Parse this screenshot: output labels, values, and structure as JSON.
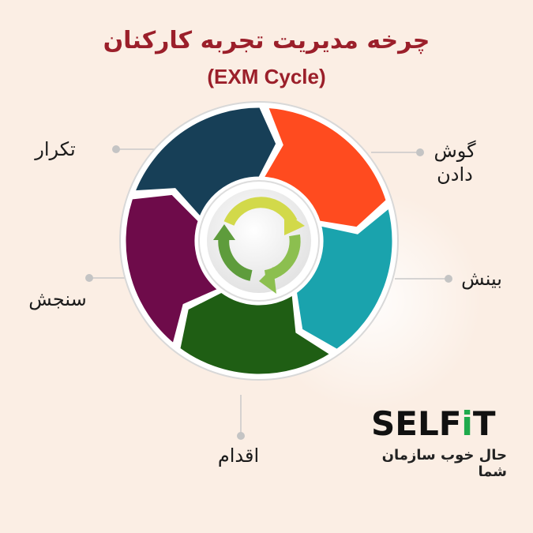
{
  "title": {
    "line1": "چرخه مدیریت تجربه کارکنان",
    "line2": "(EXM Cycle)"
  },
  "stages": [
    {
      "key": "listen",
      "label": "گوش دادن",
      "color": "#ff4b1f"
    },
    {
      "key": "insight",
      "label": "بینش",
      "color": "#1aa3ad"
    },
    {
      "key": "action",
      "label": "اقدام",
      "color": "#1f5e14"
    },
    {
      "key": "measure",
      "label": "سنجش",
      "color": "#6e0b4a"
    },
    {
      "key": "repeat",
      "label": "تکرار",
      "color": "#173f57"
    }
  ],
  "center_icon": "cycle-arrows-icon",
  "brand": {
    "name_part1": "SELF",
    "name_i": "i",
    "name_part2": "T",
    "tagline": "حال خوب سازمان شما",
    "accent_color": "#1faa4b"
  }
}
